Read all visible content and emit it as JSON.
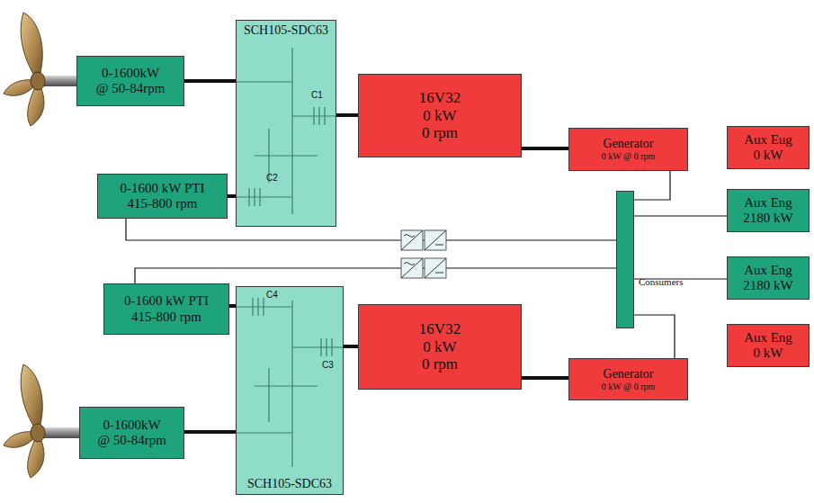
{
  "diagram": {
    "nodes": [
      {
        "text": [
          "0-1600kW",
          "@ 50-84rpm"
        ]
      },
      {
        "text": [
          "SCH105-SDC63"
        ]
      },
      {
        "text": [
          "16V32",
          "0 kW",
          "0 rpm"
        ]
      },
      {
        "text": [
          "Generator",
          "0 kW @ 0 rpm"
        ]
      },
      {
        "text": [
          "Aux Eug",
          "0 kW"
        ]
      },
      {
        "text": [
          "0-1600 kW PTI",
          "415-800 rpm"
        ]
      },
      {
        "text": [
          "Consumers"
        ]
      },
      {
        "text": [
          "Aux Eng",
          "2180 kW"
        ]
      },
      {
        "text": [
          "Aux Eng",
          "2180 kW"
        ]
      },
      {
        "text": [
          "0-1600 kW PTI",
          "415-800 rpm"
        ]
      },
      {
        "text": [
          "SCH105-SDC63"
        ]
      },
      {
        "text": [
          "16V32",
          "0 kW",
          "0 rpm"
        ]
      },
      {
        "text": [
          "Generator",
          "0 kW @ 0 rpm"
        ]
      },
      {
        "text": [
          "Aux Eng",
          "0 kW"
        ]
      },
      {
        "text": [
          "0-1600kW",
          "@ 50-84rpm"
        ]
      }
    ],
    "edges": [
      {
        "from": 0,
        "to": 1,
        "arrow": "none"
      },
      {
        "from": 1,
        "to": 2,
        "arrow": "none"
      },
      {
        "from": 2,
        "to": 3,
        "arrow": "none"
      },
      {
        "from": 5,
        "to": 1,
        "arrow": "none"
      },
      {
        "from": 3,
        "to": 6,
        "arrow": "none"
      },
      {
        "from": 5,
        "to": 6,
        "arrow": "none"
      },
      {
        "from": 7,
        "to": 6,
        "arrow": "none"
      },
      {
        "from": 8,
        "to": 6,
        "arrow": "none"
      },
      {
        "from": 9,
        "to": 6,
        "arrow": "none"
      },
      {
        "from": 9,
        "to": 10,
        "arrow": "none"
      },
      {
        "from": 10,
        "to": 11,
        "arrow": "none"
      },
      {
        "from": 11,
        "to": 12,
        "arrow": "none"
      },
      {
        "from": 12,
        "to": 6,
        "arrow": "none"
      },
      {
        "from": 14,
        "to": 10,
        "arrow": "none"
      }
    ],
    "labels": [
      "C1",
      "C2",
      "C4",
      "C3"
    ]
  }
}
